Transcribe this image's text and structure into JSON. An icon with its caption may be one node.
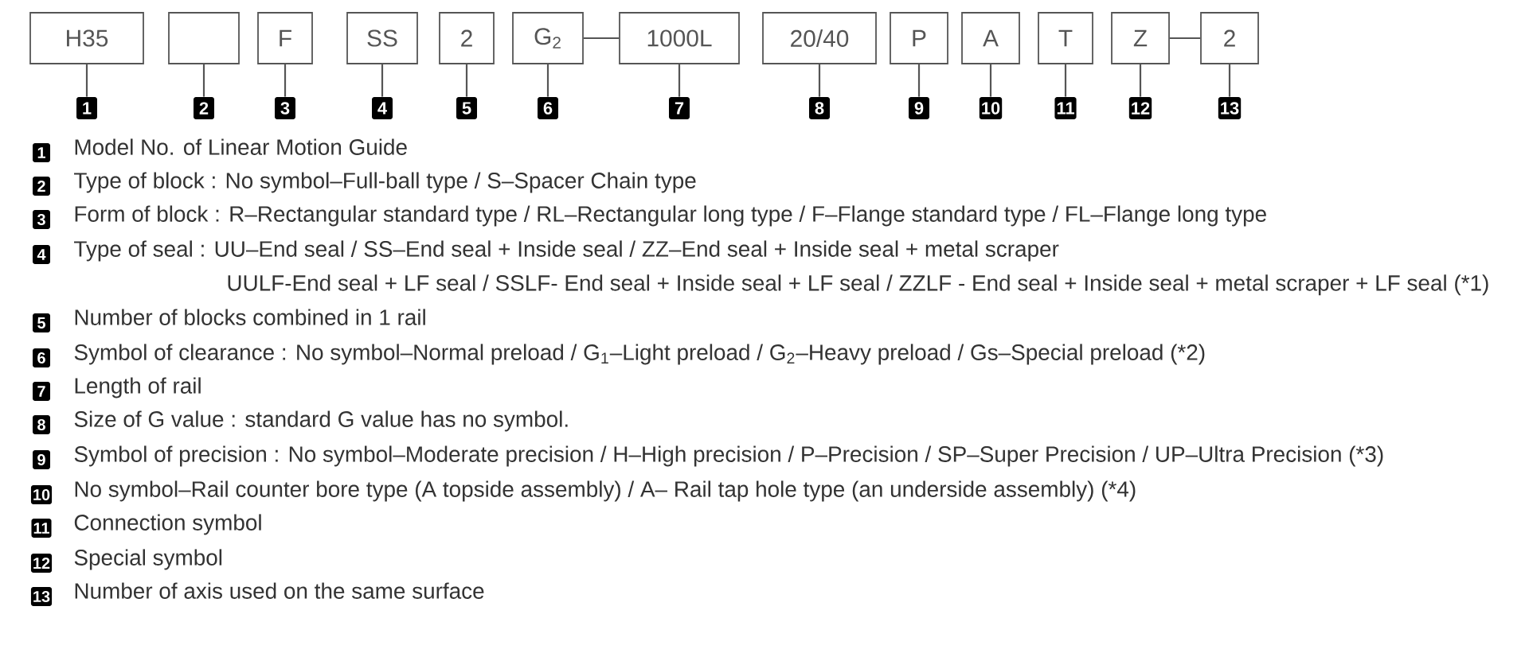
{
  "diagram": {
    "nodes": [
      {
        "text": [
          "H35"
        ]
      },
      {
        "text": [],
        "shape": "box"
      },
      {
        "text": [
          "F"
        ]
      },
      {
        "text": [
          "SS"
        ]
      },
      {
        "text": [
          "2"
        ]
      },
      {
        "text": [
          "G$_{2}$"
        ]
      },
      {
        "text": [
          "1000L"
        ]
      },
      {
        "text": [
          "20/40"
        ]
      },
      {
        "text": [
          "P"
        ]
      },
      {
        "text": [
          "A"
        ]
      },
      {
        "text": [
          "T"
        ]
      },
      {
        "text": [
          "Z"
        ]
      },
      {
        "text": [
          "2"
        ]
      },
      {
        "text": [
          "1"
        ]
      },
      {
        "text": [
          "2"
        ]
      },
      {
        "text": [
          "3"
        ]
      },
      {
        "text": [
          "4"
        ]
      },
      {
        "text": [
          "5"
        ]
      },
      {
        "text": [
          "6"
        ]
      },
      {
        "text": [
          "7"
        ]
      },
      {
        "text": [
          "8"
        ]
      },
      {
        "text": [
          "9"
        ]
      },
      {
        "text": [
          "10"
        ]
      },
      {
        "text": [
          "11"
        ]
      },
      {
        "text": [
          "12"
        ]
      },
      {
        "text": [
          "13"
        ]
      }
    ],
    "edges": [
      {
        "from": 5,
        "to": 6,
        "arrow": "none"
      },
      {
        "from": 11,
        "to": 12,
        "arrow": "none"
      },
      {
        "from": 0,
        "to": 13,
        "arrow": "none"
      },
      {
        "from": 1,
        "to": 14,
        "arrow": "none"
      },
      {
        "from": 2,
        "to": 15,
        "arrow": "none"
      },
      {
        "from": 3,
        "to": 16,
        "arrow": "none"
      },
      {
        "from": 4,
        "to": 17,
        "arrow": "none"
      },
      {
        "from": 5,
        "to": 18,
        "arrow": "none"
      },
      {
        "from": 6,
        "to": 19,
        "arrow": "none"
      },
      {
        "from": 7,
        "to": 20,
        "arrow": "none"
      },
      {
        "from": 8,
        "to": 21,
        "arrow": "none"
      },
      {
        "from": 9,
        "to": 22,
        "arrow": "none"
      },
      {
        "from": 10,
        "to": 23,
        "arrow": "none"
      },
      {
        "from": 11,
        "to": 24,
        "arrow": "none"
      },
      {
        "from": 12,
        "to": 25,
        "arrow": "none"
      }
    ],
    "labels": [
      "1",
      "Model No. of Linear Motion Guide",
      "2",
      "Type of block : No symbol–Full-ball type / S–Spacer Chain type",
      "3",
      "Form of block : R–Rectangular standard type / RL–Rectangular long type / F–Flange standard type / FL–Flange long type",
      "4",
      "Type of seal : UU–End seal / SS–End seal + Inside seal / ZZ–End seal + Inside seal + metal scraper UULF-End seal + LF seal / SSLF- End seal + Inside seal + LF seal / ZZLF - End seal + Inside seal + metal scraper + LF seal (*1)",
      "5",
      "Number of blocks combined in 1 rail",
      "6",
      "Symbol of clearance : No symbol–Normal preload / G$_{1}$–Light preload / G$_{2}$–Heavy preload / Gs–Special preload (*2)",
      "7",
      "Length of rail",
      "8",
      "Size of G value : standard G value has no symbol.",
      "9",
      "Symbol of precision : No symbol–Moderate precision / H–High precision / P–Precision / SP–Super Precision / UP–Ultra Precision (*3)",
      "10",
      "No symbol–Rail counter bore type (A topside assembly) / A– Rail tap hole type (an underside assembly) (*4)",
      "11",
      "Connection symbol",
      "12",
      "Special symbol",
      "13",
      "Number of axis used on the same surface"
    ]
  }
}
